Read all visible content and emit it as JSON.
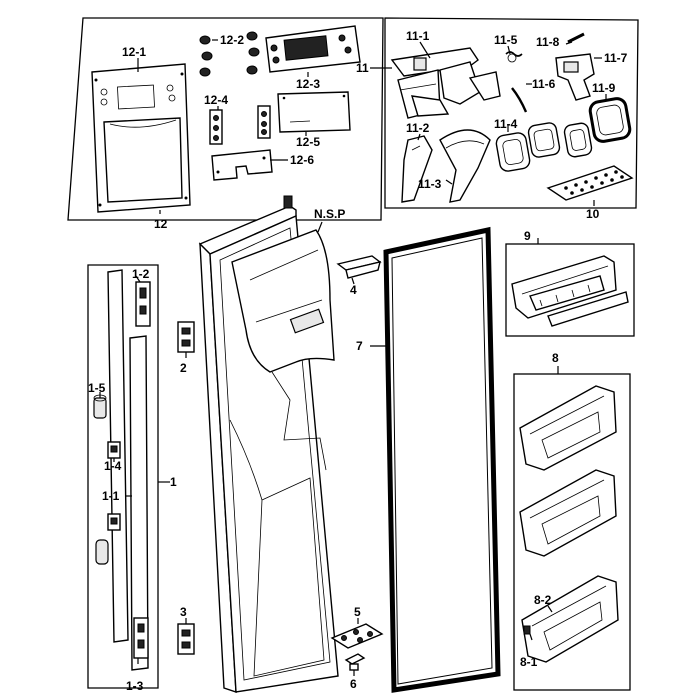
{
  "labels": {
    "l1": "1",
    "l1_1": "1-1",
    "l1_2": "1-2",
    "l1_3": "1-3",
    "l1_4": "1-4",
    "l1_5": "1-5",
    "l2": "2",
    "l3": "3",
    "l4": "4",
    "l5": "5",
    "l6": "6",
    "l7": "7",
    "l8": "8",
    "l8_1": "8-1",
    "l8_2": "8-2",
    "l9": "9",
    "l10": "10",
    "l11": "11",
    "l11_1": "11-1",
    "l11_2": "11-2",
    "l11_3": "11-3",
    "l11_4": "11-4",
    "l11_5": "11-5",
    "l11_6": "11-6",
    "l11_7": "11-7",
    "l11_8": "11-8",
    "l11_9": "11-9",
    "l12": "12",
    "l12_1": "12-1",
    "l12_2": "12-2",
    "l12_3": "12-3",
    "l12_4": "12-4",
    "l12_5": "12-5",
    "l12_6": "12-6",
    "nsp": "N.S.P"
  }
}
